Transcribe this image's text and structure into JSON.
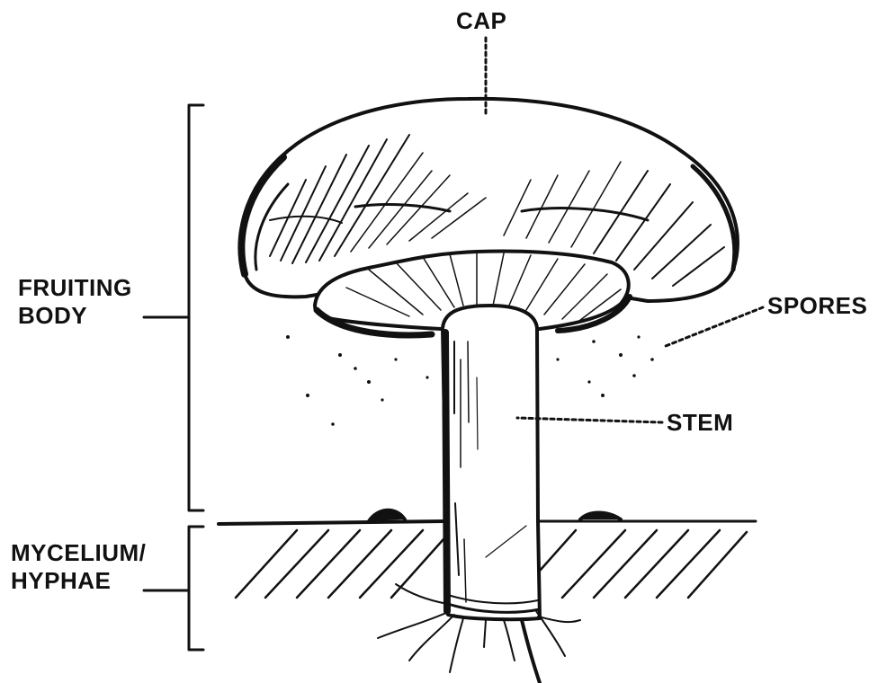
{
  "labels": {
    "cap": "CAP",
    "spores": "SPORES",
    "stem": "STEM",
    "fruiting_body_line1": "FRUITING",
    "fruiting_body_line2": "BODY",
    "mycelium_line1": "MYCELIUM/",
    "mycelium_line2": "HYPHAE"
  },
  "colors": {
    "ink": "#111111",
    "paper": "#ffffff"
  }
}
